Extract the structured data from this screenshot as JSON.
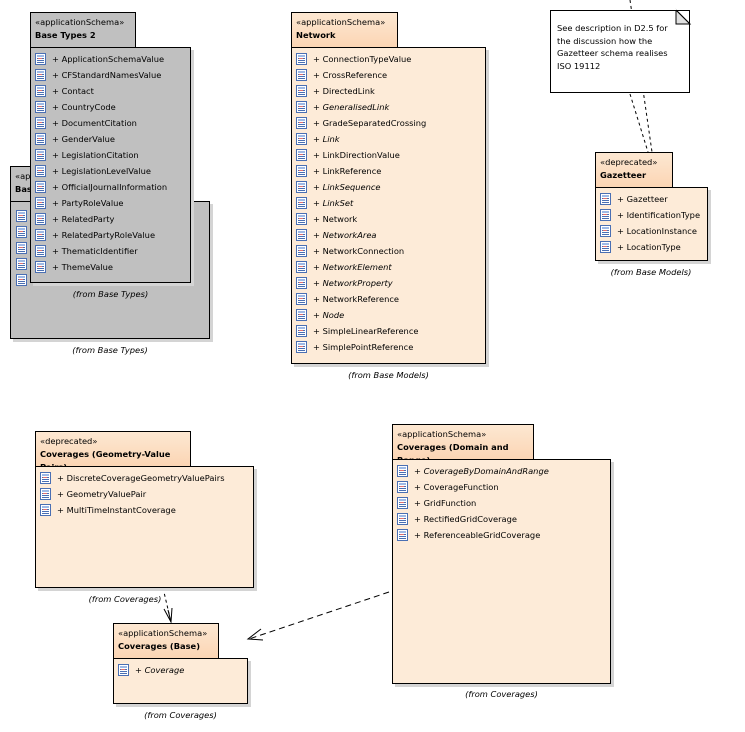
{
  "packages": {
    "base_types": {
      "stereotype": "«applicationSchema»",
      "name": "Base",
      "from": "(from Base Types)"
    },
    "base_types_2": {
      "stereotype": "«applicationSchema»",
      "name": "Base Types 2",
      "from": "(from Base Types)",
      "items": [
        {
          "label": "+ ApplicationSchemaValue",
          "italic": false
        },
        {
          "label": "+ CFStandardNamesValue",
          "italic": false
        },
        {
          "label": "+ Contact",
          "italic": false
        },
        {
          "label": "+ CountryCode",
          "italic": false
        },
        {
          "label": "+ DocumentCitation",
          "italic": false
        },
        {
          "label": "+ GenderValue",
          "italic": false
        },
        {
          "label": "+ LegislationCitation",
          "italic": false
        },
        {
          "label": "+ LegislationLevelValue",
          "italic": false
        },
        {
          "label": "+ OfficialJournalInformation",
          "italic": false
        },
        {
          "label": "+ PartyRoleValue",
          "italic": false
        },
        {
          "label": "+ RelatedParty",
          "italic": false
        },
        {
          "label": "+ RelatedPartyRoleValue",
          "italic": false
        },
        {
          "label": "+ ThematicIdentifier",
          "italic": false
        },
        {
          "label": "+ ThemeValue",
          "italic": false
        }
      ]
    },
    "network": {
      "stereotype": "«applicationSchema»",
      "name": "Network",
      "from": "(from Base Models)",
      "items": [
        {
          "label": "+ ConnectionTypeValue",
          "italic": false
        },
        {
          "label": "+ CrossReference",
          "italic": false
        },
        {
          "label": "+ DirectedLink",
          "italic": false
        },
        {
          "label": "+ GeneralisedLink",
          "italic": true
        },
        {
          "label": "+ GradeSeparatedCrossing",
          "italic": false
        },
        {
          "label": "+ Link",
          "italic": true
        },
        {
          "label": "+ LinkDirectionValue",
          "italic": false
        },
        {
          "label": "+ LinkReference",
          "italic": false
        },
        {
          "label": "+ LinkSequence",
          "italic": true
        },
        {
          "label": "+ LinkSet",
          "italic": true
        },
        {
          "label": "+ Network",
          "italic": false
        },
        {
          "label": "+ NetworkArea",
          "italic": true
        },
        {
          "label": "+ NetworkConnection",
          "italic": false
        },
        {
          "label": "+ NetworkElement",
          "italic": true
        },
        {
          "label": "+ NetworkProperty",
          "italic": true
        },
        {
          "label": "+ NetworkReference",
          "italic": false
        },
        {
          "label": "+ Node",
          "italic": true
        },
        {
          "label": "+ SimpleLinearReference",
          "italic": false
        },
        {
          "label": "+ SimplePointReference",
          "italic": false
        }
      ]
    },
    "gazetteer": {
      "stereotype": "«deprecated»",
      "name": "Gazetteer",
      "from": "(from Base Models)",
      "items": [
        {
          "label": "+ Gazetteer",
          "italic": false
        },
        {
          "label": "+ IdentificationType",
          "italic": false
        },
        {
          "label": "+ LocationInstance",
          "italic": false
        },
        {
          "label": "+ LocationType",
          "italic": false
        }
      ]
    },
    "coverages_gvp": {
      "stereotype": "«deprecated»",
      "name": "Coverages (Geometry-Value Pairs)",
      "from": "(from Coverages)",
      "items": [
        {
          "label": "+ DiscreteCoverageGeometryValuePairs",
          "italic": false
        },
        {
          "label": "+ GeometryValuePair",
          "italic": false
        },
        {
          "label": "+ MultiTimeInstantCoverage",
          "italic": false
        }
      ]
    },
    "coverages_dr": {
      "stereotype": "«applicationSchema»",
      "name": "Coverages (Domain and Range)",
      "from": "(from Coverages)",
      "items": [
        {
          "label": "+ CoverageByDomainAndRange",
          "italic": true
        },
        {
          "label": "+ CoverageFunction",
          "italic": false
        },
        {
          "label": "+ GridFunction",
          "italic": false
        },
        {
          "label": "+ RectifiedGridCoverage",
          "italic": false
        },
        {
          "label": "+ ReferenceableGridCoverage",
          "italic": false
        }
      ]
    },
    "coverages_base": {
      "stereotype": "«applicationSchema»",
      "name": "Coverages (Base)",
      "from": "(from Coverages)",
      "items": [
        {
          "label": "+ Coverage",
          "italic": true
        }
      ]
    }
  },
  "note": {
    "text": "See description in D2.5 for the discussion how the Gazetteer schema realises ISO 19112"
  },
  "colors": {
    "package_fill": "#fdebd8",
    "package_tab": "#fbd5b4",
    "gray_fill": "#c0c0c0",
    "icon_blue": "#4a6fb3"
  }
}
